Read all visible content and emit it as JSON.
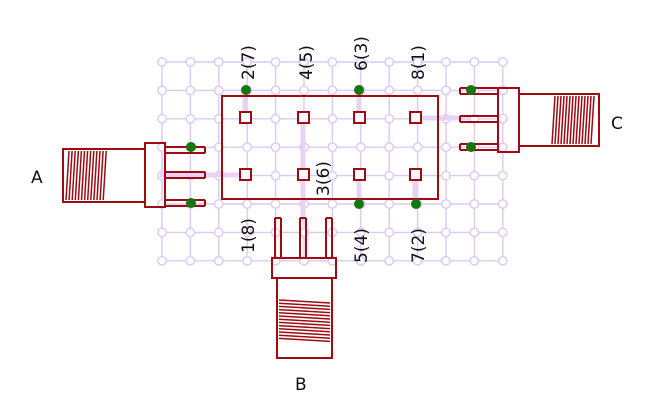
{
  "colors": {
    "background": "#ffffff",
    "outline": "#9e0b12",
    "grid": "#ddc8f3",
    "trace": "#ead2f4",
    "node": "#13760f"
  },
  "labels": {
    "a": "A",
    "b": "B",
    "c": "C"
  },
  "pins": {
    "top": [
      "2(7)",
      "4(5)",
      "6(3)",
      "8(1)"
    ],
    "bottom": [
      "1(8)",
      "3(6)",
      "5(4)",
      "7(2)"
    ]
  }
}
